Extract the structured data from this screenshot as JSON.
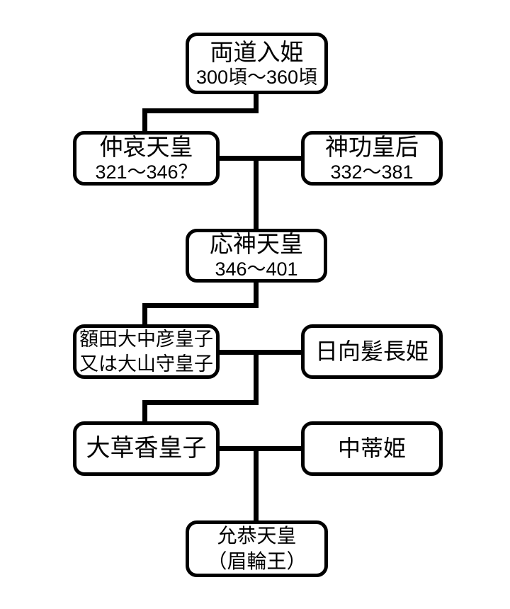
{
  "diagram": {
    "type": "family-tree",
    "background_color": "#ffffff",
    "line_color": "#000000",
    "box_border_color": "#000000",
    "box_fill_color": "#ffffff",
    "nodes": [
      {
        "name": "両道入姫",
        "dates": "300頃～360頃"
      },
      {
        "name": "仲哀天皇",
        "dates": "321～346？"
      },
      {
        "name": "神功皇后",
        "dates": "332～381"
      },
      {
        "name": "応神天皇",
        "dates": "346～401"
      },
      {
        "name": "額田大中彦皇子",
        "name2": "又は大山守皇子"
      },
      {
        "name": "日向髪長姫"
      },
      {
        "name": "大草香皇子"
      },
      {
        "name": "中蒂姫"
      },
      {
        "name": "允恭天皇",
        "name2": "（眉輪王）"
      }
    ],
    "edges": [
      {
        "parent": "両道入姫",
        "child": "仲哀天皇"
      },
      {
        "couple": [
          "仲哀天皇",
          "神功皇后"
        ],
        "child": "応神天皇"
      },
      {
        "parent": "応神天皇",
        "child": "額田大中彦皇子 又は大山守皇子"
      },
      {
        "couple": [
          "額田大中彦皇子 又は大山守皇子",
          "日向髪長姫"
        ],
        "child": "大草香皇子"
      },
      {
        "couple": [
          "大草香皇子",
          "中蒂姫"
        ],
        "child": "允恭天皇（眉輪王）"
      }
    ]
  }
}
